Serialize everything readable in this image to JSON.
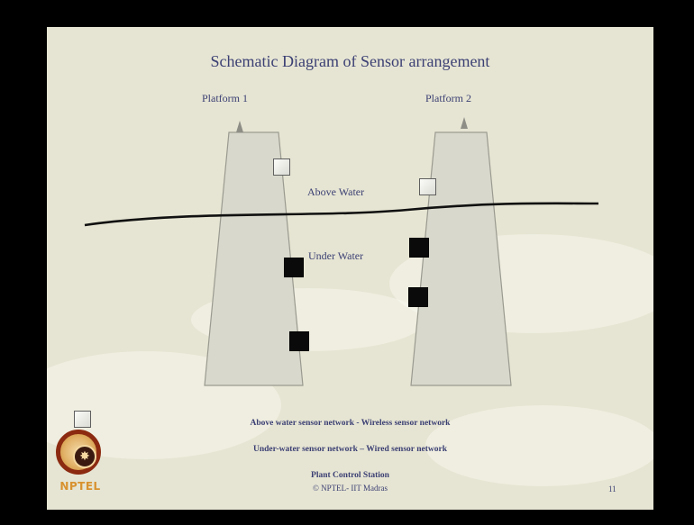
{
  "slide": {
    "title": "Schematic Diagram  of Sensor arrangement",
    "page_number": "11"
  },
  "diagram": {
    "platforms": [
      {
        "label": "Platform 1"
      },
      {
        "label": "Platform 2"
      }
    ],
    "water_labels": {
      "above": "Above Water",
      "under": "Under Water"
    }
  },
  "legend": {
    "wireless": "Above water sensor network - Wireless sensor network",
    "wired": "Under-water sensor network – Wired sensor network",
    "station": "Plant Control Station"
  },
  "footer": {
    "copyright": "© NPTEL- IIT Madras",
    "logo_text": "NPTEL"
  },
  "colors": {
    "slide_background": "#e6e5d3",
    "text": "#3b3f73",
    "platform_fill": "#d8d8cc",
    "waterline": "#111111",
    "logo_accent": "#d8922e"
  },
  "icons": {
    "wireless_sensor": "light-square-icon",
    "wired_sensor": "black-square-icon",
    "logo": "nptel-logo-icon"
  }
}
